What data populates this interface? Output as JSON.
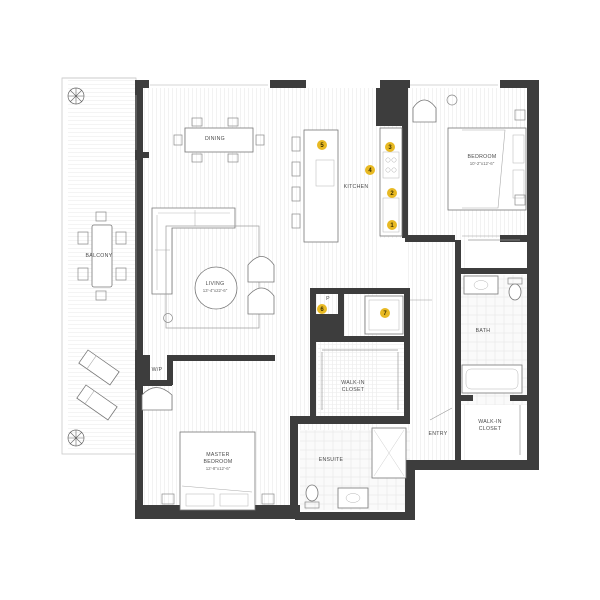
{
  "rooms": {
    "dining": "DINING",
    "kitchen": "KITCHEN",
    "bedroom": "BEDROOM",
    "bedroom_dims": "10'-2\"x12'-6\"",
    "balcony": "BALCONY",
    "living": "LIVING",
    "living_dims": "13'-4\"x22'-6\"",
    "bath": "BATH",
    "wic1_a": "WALK-IN",
    "wic1_b": "CLOSET",
    "wic2_a": "WALK-IN",
    "wic2_b": "CLOSET",
    "wp": "W/P",
    "entry": "ENTRY",
    "master": "MASTER",
    "master_b": "BEDROOM",
    "master_dims": "12'-8\"x12'-6\"",
    "ensuite": "ENSUITE",
    "pantry": "P"
  },
  "markers": [
    {
      "id": "m1",
      "label": "1"
    },
    {
      "id": "m2",
      "label": "2"
    },
    {
      "id": "m3",
      "label": "3"
    },
    {
      "id": "m4",
      "label": "4"
    },
    {
      "id": "m5",
      "label": "5"
    },
    {
      "id": "m6",
      "label": "6"
    },
    {
      "id": "m7",
      "label": "7"
    }
  ],
  "colors": {
    "wall": "#3d3d3d",
    "marker": "#e8b923",
    "floor_line": "#e6e6e6",
    "furniture": "#8a8a8a"
  }
}
